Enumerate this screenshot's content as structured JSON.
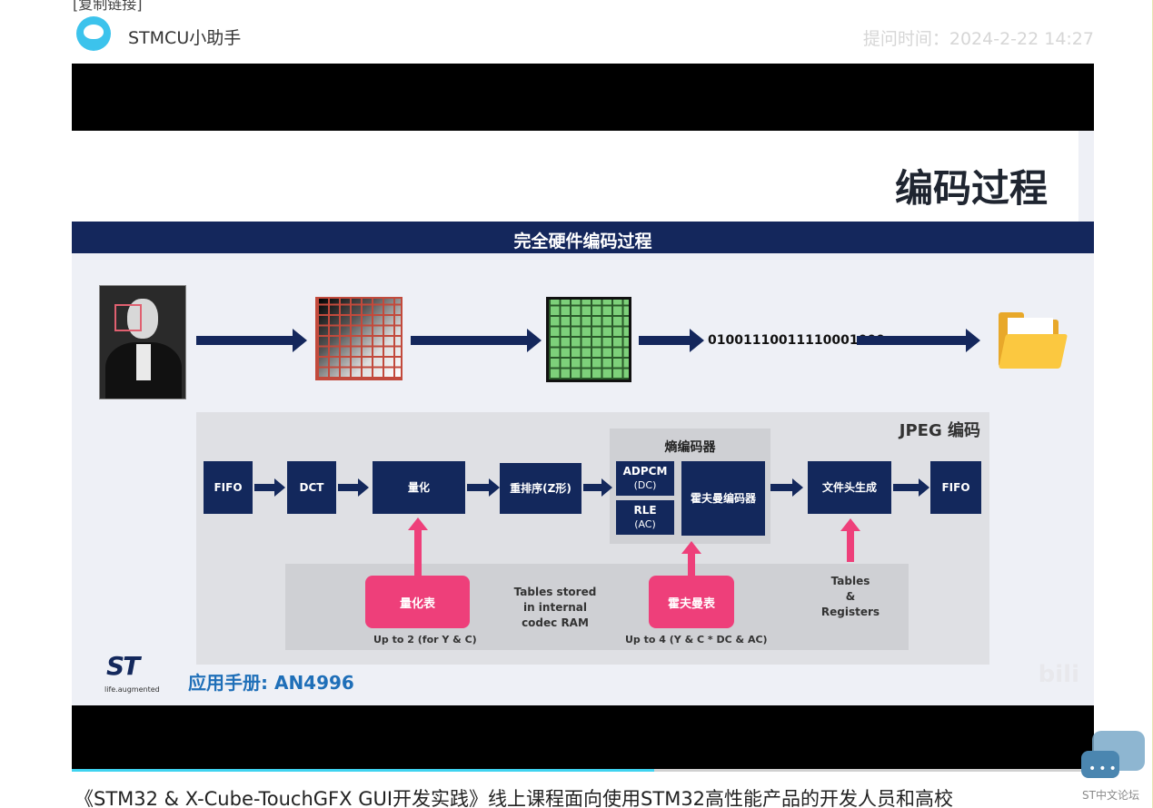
{
  "header": {
    "top_cut_text": "[复制链接]",
    "username": "STMCU小助手",
    "asked_time": "提问时间：2024-2-22 14:27"
  },
  "video": {
    "progress_fraction": 0.57,
    "slide": {
      "title": "编码过程",
      "banner": "完全硬件编码过程",
      "bitstream": "01001110011110001000",
      "jpeg_label": "JPEG 编码",
      "entropy_label": "熵编码器",
      "blocks": {
        "fifo_in": "FIFO",
        "dct": "DCT",
        "quant": "量化",
        "zigzag": "重排序(Z形)",
        "adpcm": "ADPCM",
        "adpcm_sub": "(DC)",
        "rle": "RLE",
        "rle_sub": "(AC)",
        "huffman_enc": "霍夫曼编码器",
        "header_gen": "文件头生成",
        "fifo_out": "FIFO"
      },
      "tables": {
        "quant_table": "量化表",
        "quant_note": "Up to 2 (for Y & C)",
        "stored_note": [
          "Tables stored",
          "in internal",
          "codec RAM"
        ],
        "huffman_table": "霍夫曼表",
        "huffman_note": "Up to 4 (Y & C * DC & AC)",
        "registers_note": [
          "Tables",
          "&",
          "Registers"
        ]
      },
      "logo_tag": "life.augmented",
      "manual": "应用手册: AN4996",
      "watermark": "bili"
    }
  },
  "caption": "《STM32 & X-Cube-TouchGFX GUI开发实践》线上课程面向使用STM32高性能产品的开发人员和高校",
  "forum_badge": "ST中文论坛",
  "colors": {
    "navy": "#13285c",
    "pink": "#ee3f7a",
    "progress": "#3fd3f0",
    "avatar": "#3cc3ec"
  }
}
